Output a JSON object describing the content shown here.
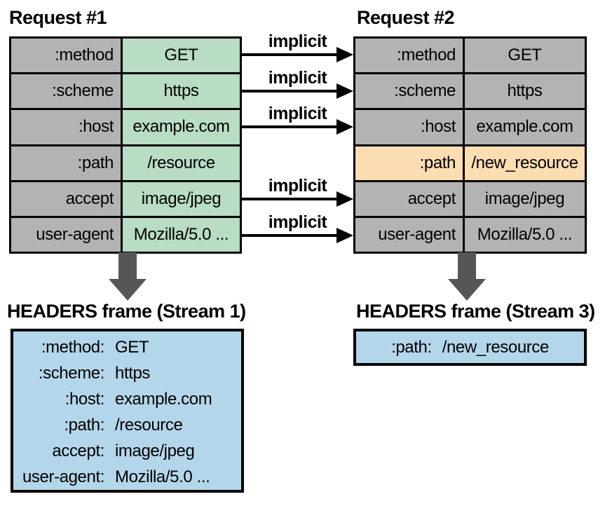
{
  "request1": {
    "title": "Request #1",
    "rows": [
      {
        "name": ":method",
        "value": "GET"
      },
      {
        "name": ":scheme",
        "value": "https"
      },
      {
        "name": ":host",
        "value": "example.com"
      },
      {
        "name": ":path",
        "value": "/resource"
      },
      {
        "name": "accept",
        "value": "image/jpeg"
      },
      {
        "name": "user-agent",
        "value": "Mozilla/5.0 ..."
      }
    ]
  },
  "request2": {
    "title": "Request #2",
    "rows": [
      {
        "name": ":method",
        "value": "GET"
      },
      {
        "name": ":scheme",
        "value": "https"
      },
      {
        "name": ":host",
        "value": "example.com"
      },
      {
        "name": ":path",
        "value": "/new_resource",
        "highlighted": true
      },
      {
        "name": "accept",
        "value": "image/jpeg"
      },
      {
        "name": "user-agent",
        "value": "Mozilla/5.0 ..."
      }
    ]
  },
  "arrows": [
    {
      "label": "implicit"
    },
    {
      "label": "implicit"
    },
    {
      "label": "implicit"
    },
    {
      "label": "implicit"
    },
    {
      "label": "implicit"
    }
  ],
  "frame1": {
    "title": "HEADERS frame (Stream 1)",
    "lines": [
      {
        "name": ":method:",
        "value": "GET"
      },
      {
        "name": ":scheme:",
        "value": "https"
      },
      {
        "name": ":host:",
        "value": "example.com"
      },
      {
        "name": ":path:",
        "value": "/resource"
      },
      {
        "name": "accept:",
        "value": "image/jpeg"
      },
      {
        "name": "user-agent:",
        "value": "Mozilla/5.0 ..."
      }
    ]
  },
  "frame3": {
    "title": "HEADERS frame (Stream 3)",
    "lines": [
      {
        "name": ":path:",
        "value": "/new_resource"
      }
    ]
  },
  "colors": {
    "cell_gray": "#b3b3b3",
    "value_green": "#b8dcc4",
    "highlight_peach": "#fbddb2",
    "frame_blue": "#b4d6ea",
    "arrow_dark": "#565656",
    "border_black": "#000000"
  }
}
